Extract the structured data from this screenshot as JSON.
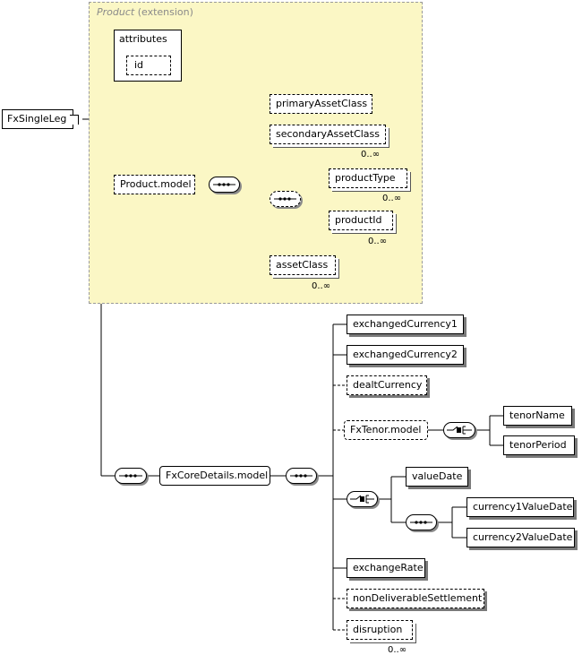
{
  "extension": {
    "type_name": "Product",
    "suffix": "(extension)"
  },
  "root": "FxSingleLeg",
  "attributes": {
    "title": "attributes",
    "items": [
      "id"
    ]
  },
  "product_model": {
    "label": "Product.model",
    "children": [
      "primaryAssetClass",
      "secondaryAssetClass",
      "productType",
      "productId",
      "assetClass"
    ],
    "occurrences": {
      "secondaryAssetClass": "0..∞",
      "productType": "0..∞",
      "productId": "0..∞",
      "assetClass": "0..∞"
    }
  },
  "fx_core": {
    "label": "FxCoreDetails.model",
    "children": [
      "exchangedCurrency1",
      "exchangedCurrency2",
      "dealtCurrency",
      "exchangeRate",
      "nonDeliverableSettlement",
      "disruption"
    ],
    "tenor_model": {
      "label": "FxTenor.model",
      "choices": [
        "tenorName",
        "tenorPeriod"
      ]
    },
    "value_date_choice": {
      "first": "valueDate",
      "sequence": [
        "currency1ValueDate",
        "currency2ValueDate"
      ]
    },
    "occurrences": {
      "disruption": "0..∞"
    }
  }
}
